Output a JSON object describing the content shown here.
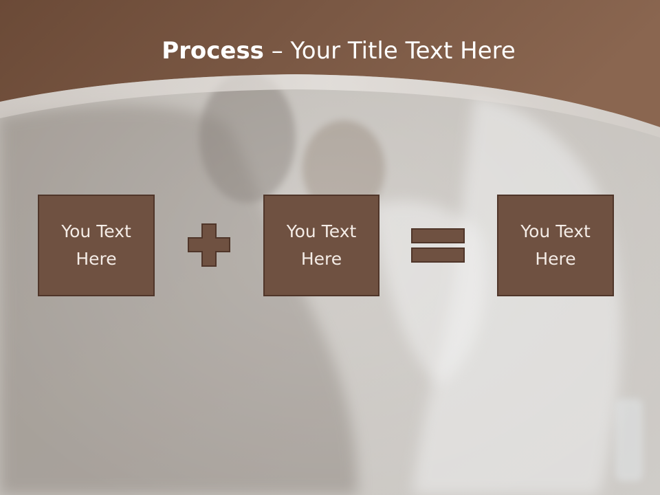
{
  "slide": {
    "title_bold": "Process",
    "title_rest": " – Your Title Text Here",
    "boxes": [
      {
        "line1": "You Text",
        "line2": "Here"
      },
      {
        "line1": "You Text",
        "line2": "Here"
      },
      {
        "line1": "You Text",
        "line2": "Here"
      }
    ],
    "operators": [
      "plus-icon",
      "equals-icon"
    ]
  },
  "colors": {
    "header_brown": "#7a5844",
    "box_fill": "#6f5141",
    "box_border": "#4f3529",
    "text_light": "#f4ece6"
  }
}
